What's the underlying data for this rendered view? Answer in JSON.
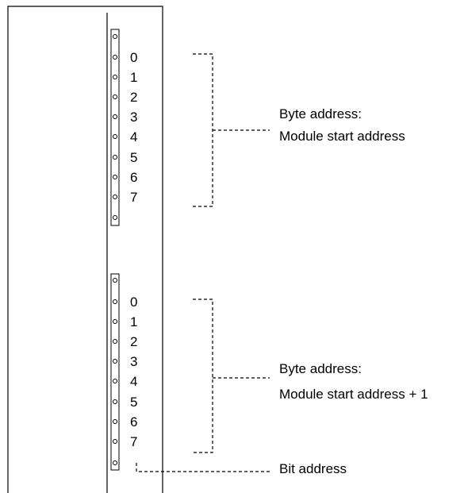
{
  "modules": [
    {
      "bits": [
        "0",
        "1",
        "2",
        "3",
        "4",
        "5",
        "6",
        "7"
      ],
      "byte_label": "Byte address:",
      "address_label": "Module start address"
    },
    {
      "bits": [
        "0",
        "1",
        "2",
        "3",
        "4",
        "5",
        "6",
        "7"
      ],
      "byte_label": "Byte address:",
      "address_label": "Module start address + 1"
    }
  ],
  "bit_address_label": "Bit address"
}
